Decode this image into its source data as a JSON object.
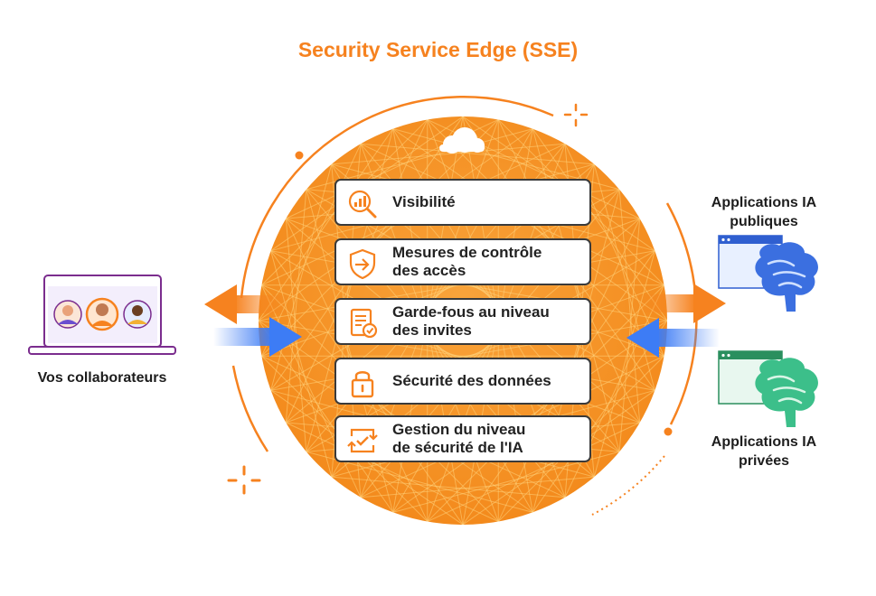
{
  "title": "Security Service Edge (SSE)",
  "colors": {
    "accent": "#f6821f",
    "blue": "#3d7cf5",
    "box_border": "#3a3a3a",
    "brain_blue": "#3b6fe0",
    "brain_green": "#3cbf8a"
  },
  "features": [
    {
      "label": "Visibilité",
      "icon": "magnifier-chart-icon"
    },
    {
      "label": "Mesures de contrôle\ndes accès",
      "icon": "shield-arrow-icon"
    },
    {
      "label": "Garde-fous au niveau\ndes invites",
      "icon": "document-check-icon"
    },
    {
      "label": "Sécurité des données",
      "icon": "padlock-icon"
    },
    {
      "label": "Gestion du niveau\nde sécurité de l'IA",
      "icon": "refresh-check-icon"
    }
  ],
  "left": {
    "label": "Vos collaborateurs",
    "icon": "laptop-users-icon"
  },
  "right_top": {
    "label": "Applications IA\npubliques",
    "icon": "browser-brain-blue-icon"
  },
  "right_bottom": {
    "label": "Applications IA\nprivées",
    "icon": "browser-brain-green-icon"
  },
  "center_logo": "cloud-logo-icon"
}
